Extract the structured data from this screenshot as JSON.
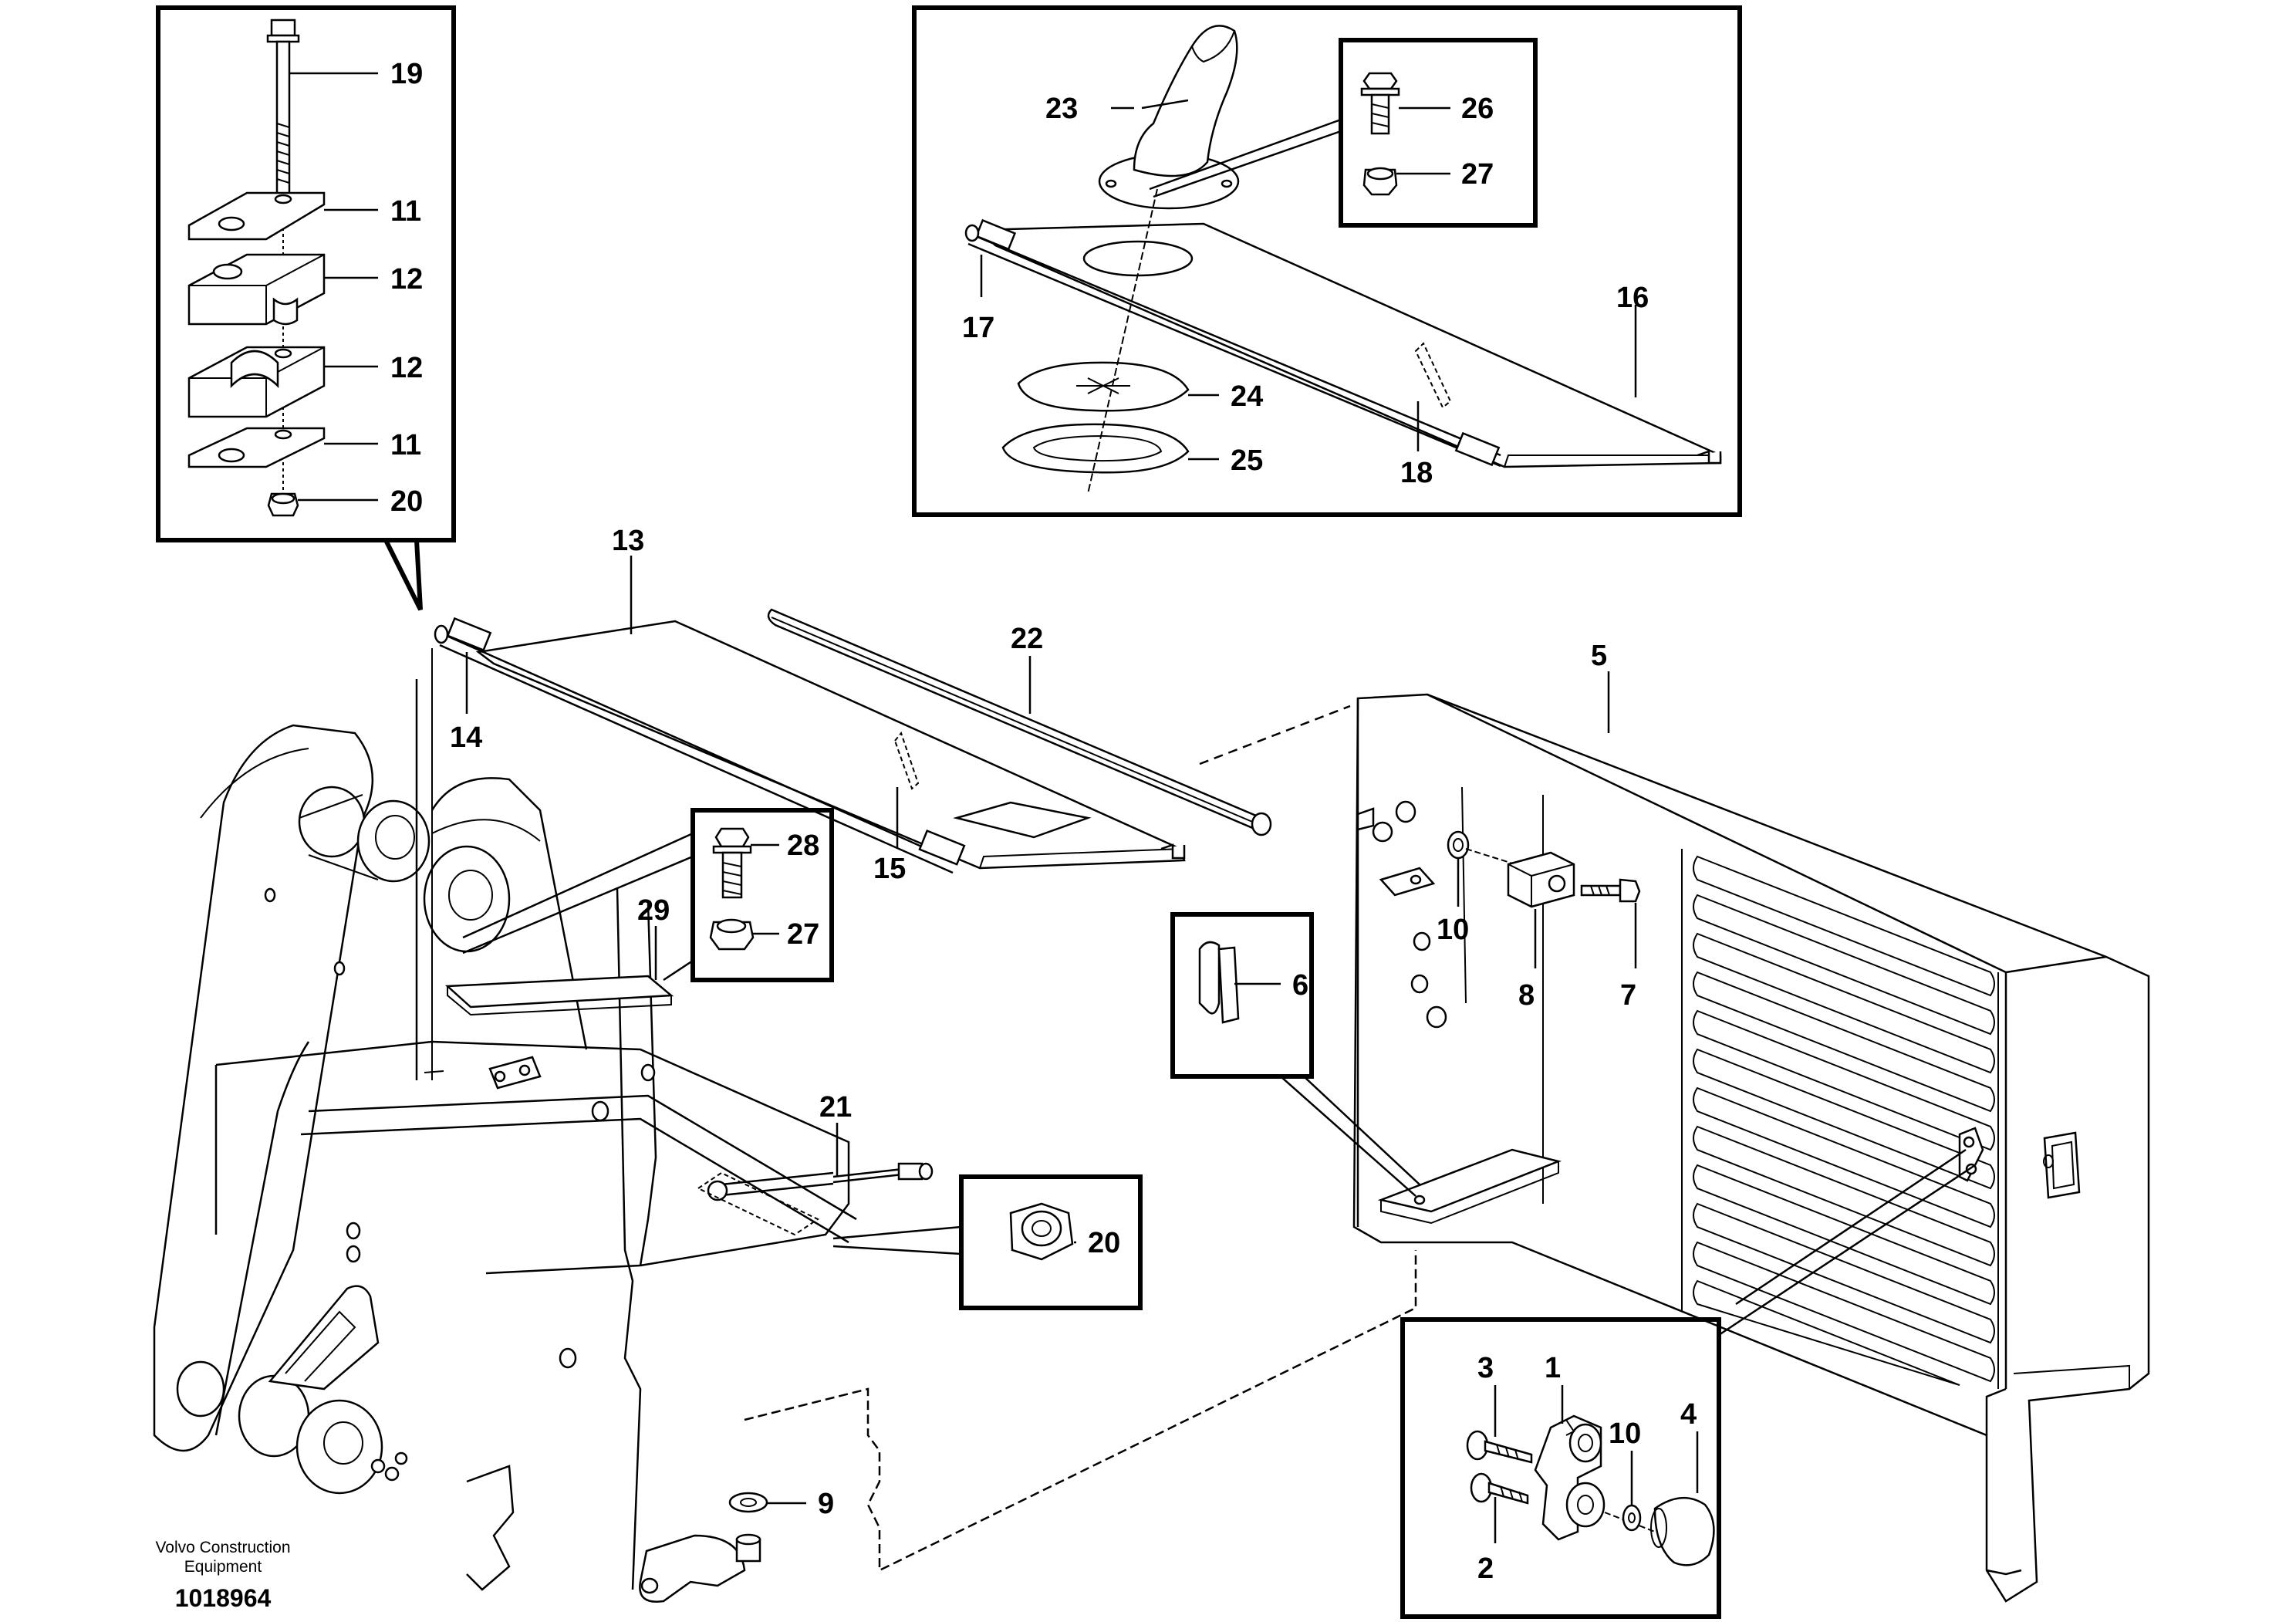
{
  "labels": {
    "p1": "1",
    "p2": "2",
    "p3": "3",
    "p4": "4",
    "p5": "5",
    "p6": "6",
    "p7": "7",
    "p8": "8",
    "p9": "9",
    "p10a": "10",
    "p10b": "10",
    "p11a": "11",
    "p11b": "11",
    "p12a": "12",
    "p12b": "12",
    "p13": "13",
    "p14": "14",
    "p15": "15",
    "p16": "16",
    "p17": "17",
    "p18": "18",
    "p19": "19",
    "p20a": "20",
    "p20b": "20",
    "p21": "21",
    "p22": "22",
    "p23": "23",
    "p24": "24",
    "p25": "25",
    "p26": "26",
    "p27a": "27",
    "p27b": "27",
    "p28": "28",
    "p29": "29"
  },
  "footer": {
    "brand_line1": "Volvo Construction",
    "brand_line2": "Equipment",
    "drawing_number": "1018964"
  }
}
